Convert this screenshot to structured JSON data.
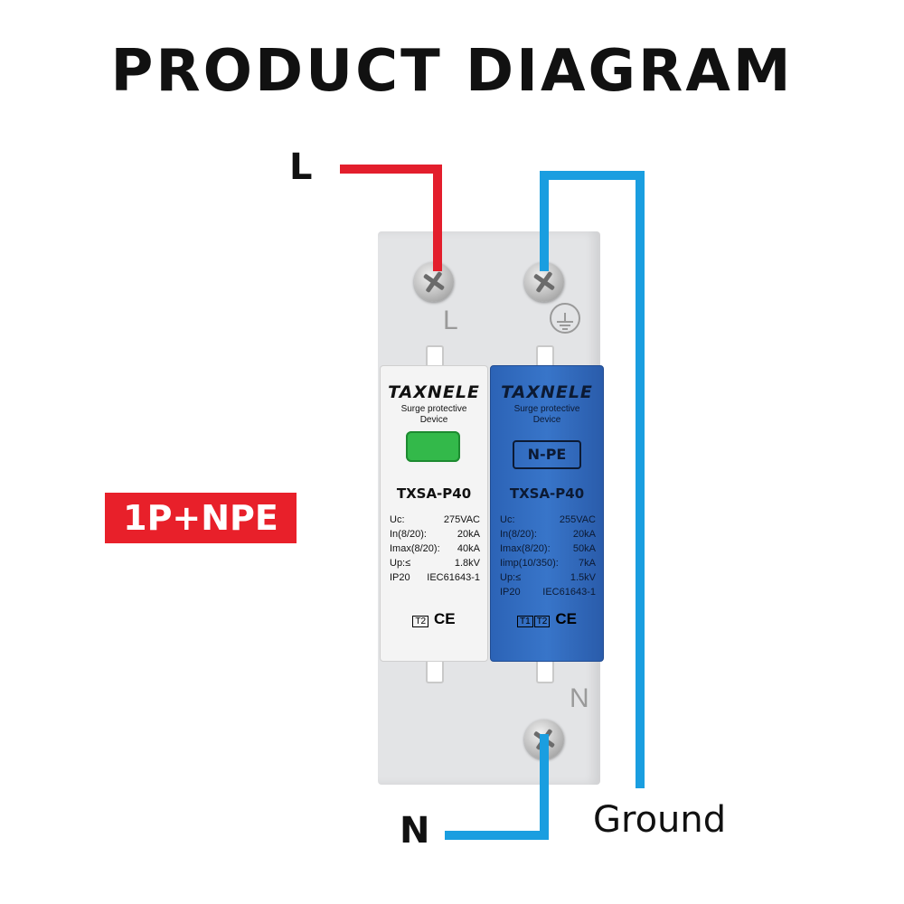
{
  "title": "PRODUCT  DIAGRAM",
  "wire_labels": {
    "line": "L",
    "neutral": "N",
    "ground": "Ground"
  },
  "badge": "1P+NPE",
  "colors": {
    "line_wire": "#e31e2c",
    "neutral_wire": "#1a9ee0",
    "ground_wire": "#1a9ee0",
    "badge": "#e8202a"
  },
  "device": {
    "engraving_top": "L",
    "engraving_bottom": "N",
    "earth_symbol": "protective-earth-icon",
    "left_module": {
      "brand": "TAXNELE",
      "subtitle_1": "Surge protective",
      "subtitle_2": "Device",
      "model": "TXSA-P40",
      "specs": [
        {
          "k": "Uc:",
          "v": "275VAC"
        },
        {
          "k": "In(8/20):",
          "v": "20kA"
        },
        {
          "k": "Imax(8/20):",
          "v": "40kA"
        },
        {
          "k": "Up:≤",
          "v": "1.8kV"
        },
        {
          "k": "IP20",
          "v": "IEC61643-1"
        }
      ],
      "cert_type": "T2",
      "ce": "CE"
    },
    "right_module": {
      "brand": "TAXNELE",
      "subtitle_1": "Surge protective",
      "subtitle_2": "Device",
      "tag": "N-PE",
      "model": "TXSA-P40",
      "specs": [
        {
          "k": "Uc:",
          "v": "255VAC"
        },
        {
          "k": "In(8/20):",
          "v": "20kA"
        },
        {
          "k": "Imax(8/20):",
          "v": "50kA"
        },
        {
          "k": "Iimp(10/350):",
          "v": "7kA"
        },
        {
          "k": "Up:≤",
          "v": "1.5kV"
        },
        {
          "k": "IP20",
          "v": "IEC61643-1"
        }
      ],
      "cert_type_1": "T1",
      "cert_type_2": "T2",
      "ce": "CE"
    }
  }
}
